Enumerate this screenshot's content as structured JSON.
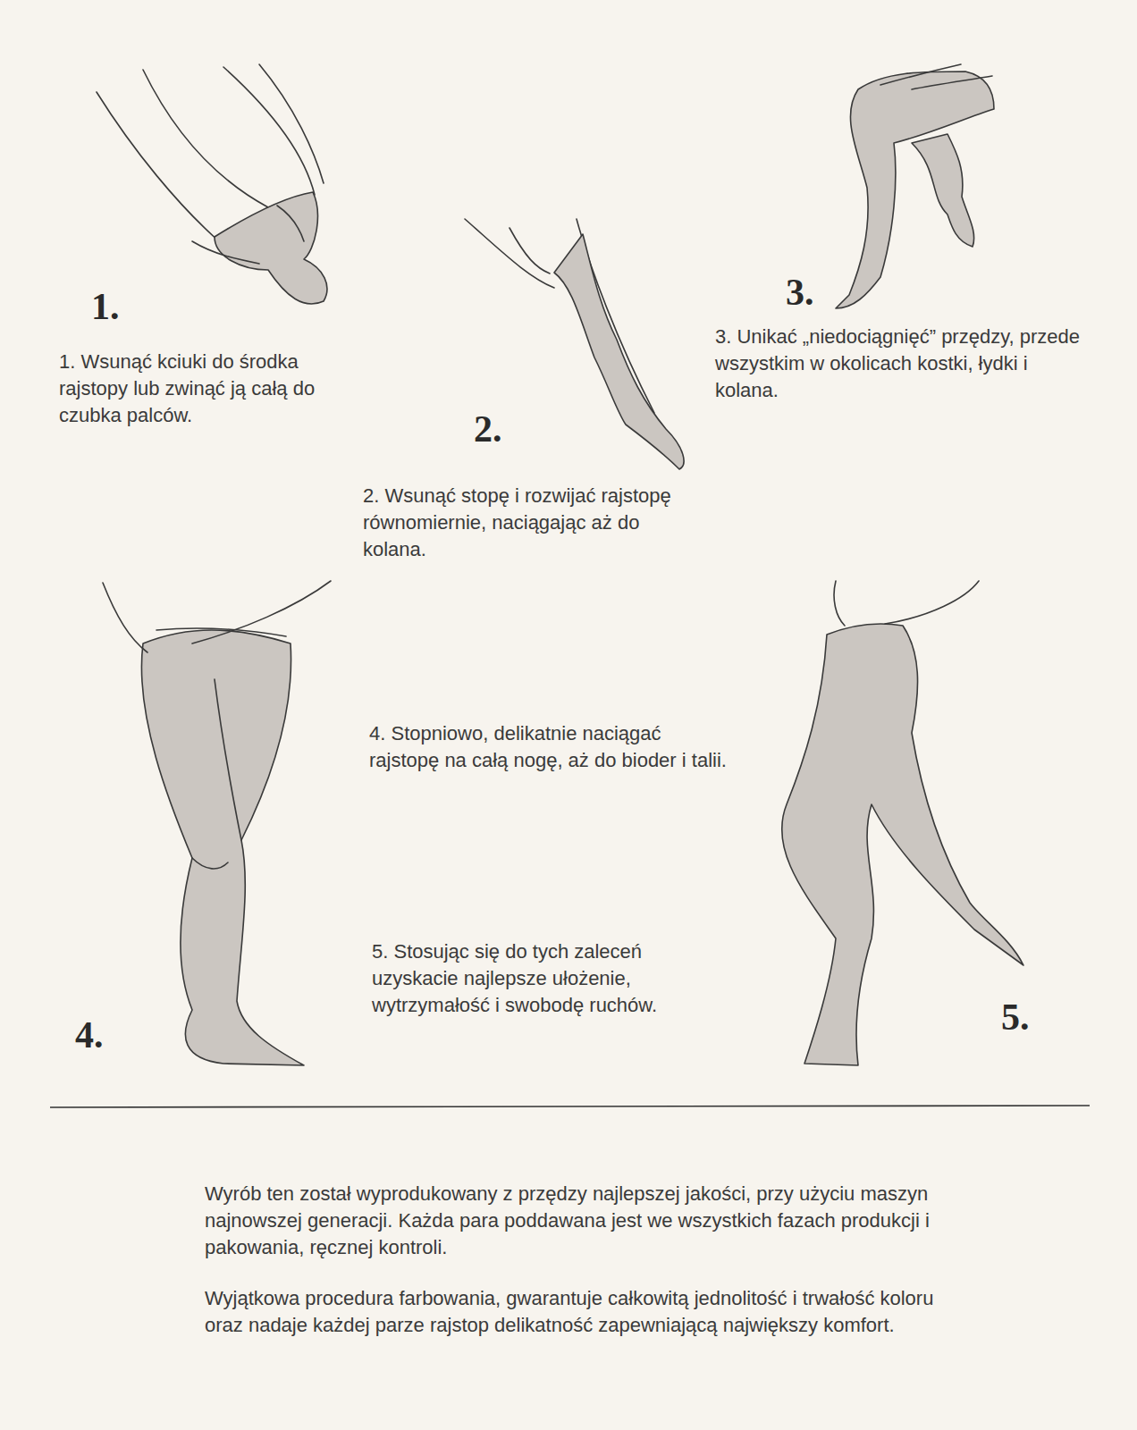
{
  "diagram": {
    "labels": [
      "1.",
      "1. Wsunąć kciuki do środka rajstopy lub zwinąć ją całą do czubka palców.",
      "2.",
      "2. Wsunąć stopę i rozwijać rajstopę równomiernie, naciągając aż do kolana.",
      "3.",
      "3. Unikać „niedociągnięć” przędzy, przede wszystkim w okolicach kostki, łydki i kolana.",
      "4.",
      "4. Stopniowo, delikatnie naciągać rajstopę na całą nogę, aż do bioder i talii.",
      "5.",
      "5. Stosując się do tych zaleceń uzyskacie najlepsze ułożenie, wytrzymałość i swobodę ruchów.",
      "Wyrób ten został wyprodukowany z przędzy najlepszej jakości, przy użyciu maszyn najnowszej generacji. Każda para poddawana jest we wszystkich fazach produkcji i pakowania, ręcznej kontroli.",
      "Wyjątkowa procedura farbowania, gwarantuje całkowitą jednolitość i trwałość koloru oraz nadaje każdej parze rajstop delikatność zapewniającą największy komfort."
    ]
  }
}
